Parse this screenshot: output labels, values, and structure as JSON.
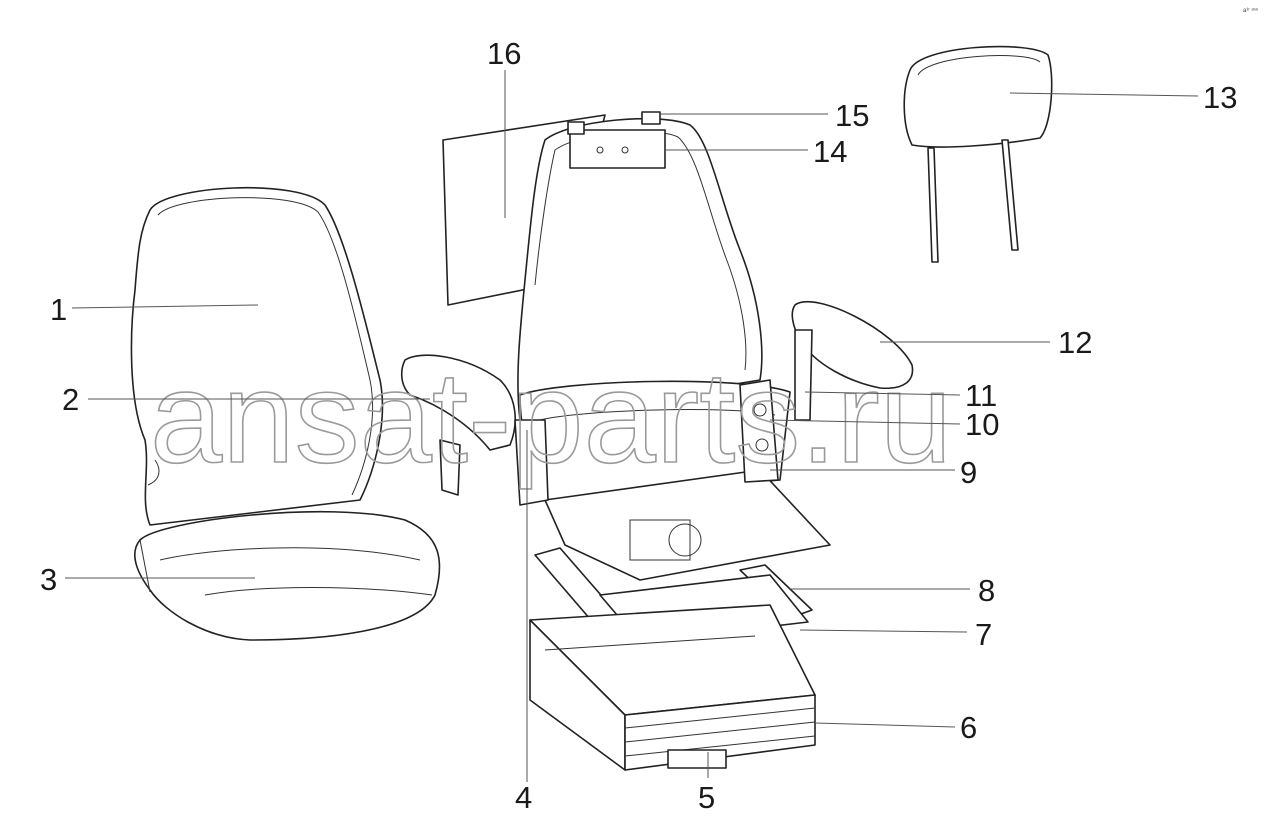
{
  "watermark": "ansat-parts.ru",
  "corner_mark": "a¹ʳ ᵃⁿˢ",
  "callouts": [
    "1",
    "2",
    "3",
    "4",
    "5",
    "6",
    "7",
    "8",
    "9",
    "10",
    "11",
    "12",
    "13",
    "14",
    "15",
    "16"
  ]
}
